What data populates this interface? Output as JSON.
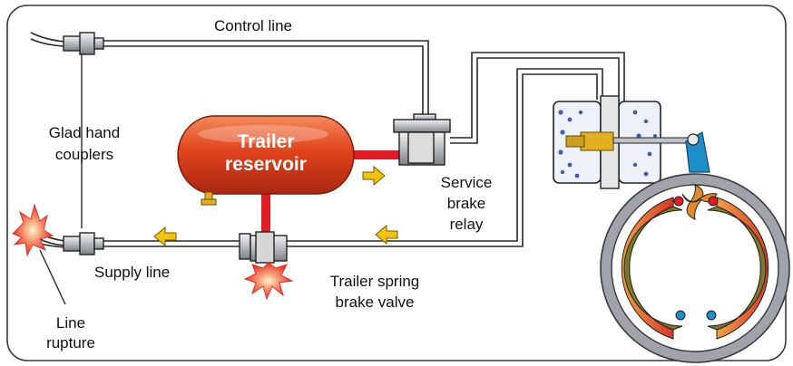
{
  "labels": {
    "control_line": "Control line",
    "glad_hand_1": "Glad hand",
    "glad_hand_2": "couplers",
    "trailer_reservoir_1": "Trailer",
    "trailer_reservoir_2": "reservoir",
    "service_relay_1": "Service",
    "service_relay_2": "brake",
    "service_relay_3": "relay",
    "supply_line": "Supply line",
    "spring_valve_1": "Trailer spring",
    "spring_valve_2": "brake valve",
    "rupture_1": "Line",
    "rupture_2": "rupture"
  },
  "colors": {
    "frame": "#3a3a3a",
    "air_line": "#2a2a2a",
    "reservoir": "#d9401e",
    "red_pipe": "#e01c24",
    "arrow": "#f3c20f",
    "drum_outer": "#a0a4aa",
    "shoe": "#7c7a2a",
    "lining": "#d8732a",
    "chamber_blue": "#3f5fb0",
    "burst": "#e8322a"
  },
  "icons": [
    "glad-hand-coupler-icon",
    "flow-arrow-icon",
    "air-burst-icon",
    "brake-drum-icon",
    "brake-chamber-icon"
  ]
}
